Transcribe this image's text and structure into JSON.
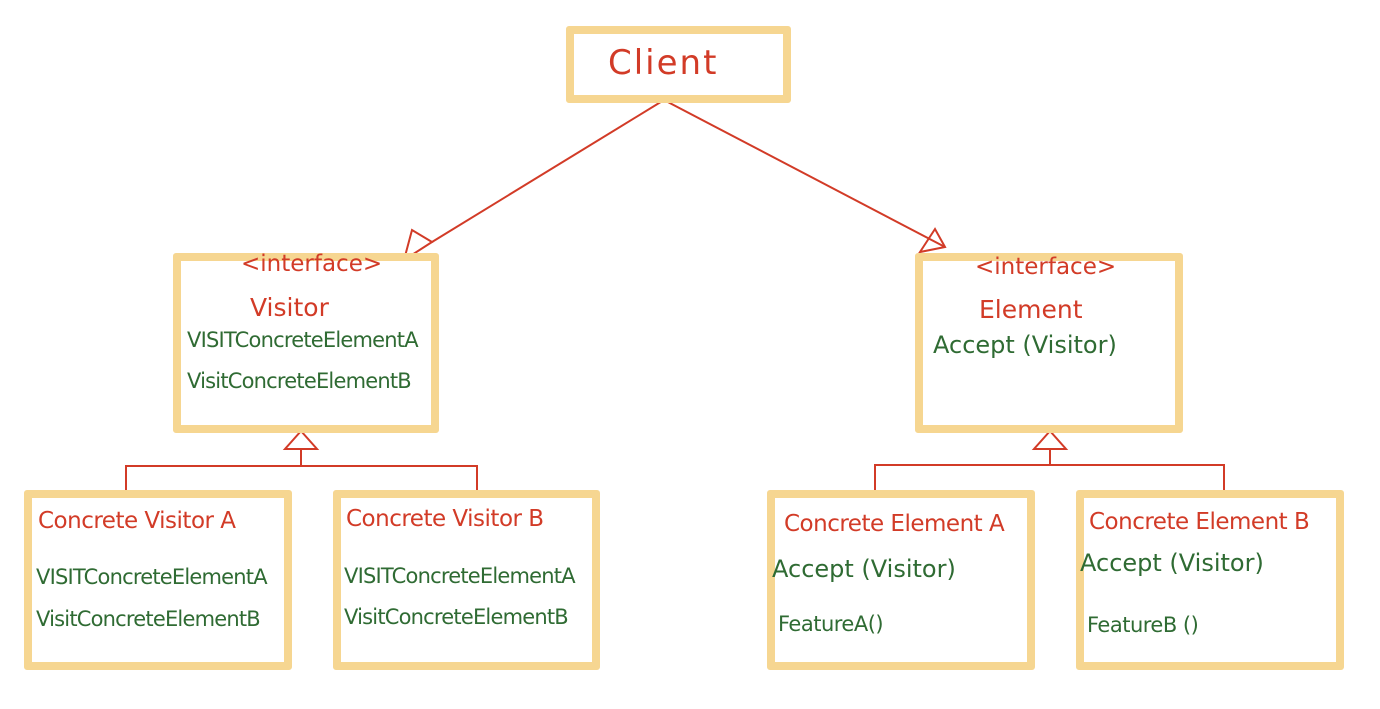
{
  "client": {
    "name": "Client"
  },
  "visitor_interface": {
    "stereotype": "<interface>",
    "name": "Visitor",
    "operations": [
      "VISITConcreteElementA",
      "VisitConcreteElementB"
    ]
  },
  "element_interface": {
    "stereotype": "<interface>",
    "name": "Element",
    "operations": [
      "Accept (Visitor)"
    ]
  },
  "concrete_visitor_a": {
    "name": "Concrete Visitor A",
    "operations": [
      "VISITConcreteElementA",
      "VisitConcreteElementB"
    ]
  },
  "concrete_visitor_b": {
    "name": "Concrete Visitor B",
    "operations": [
      "VISITConcreteElementA",
      "VisitConcreteElementB"
    ]
  },
  "concrete_element_a": {
    "name": "Concrete Element A",
    "operations": [
      "Accept (Visitor)",
      "FeatureA()"
    ]
  },
  "concrete_element_b": {
    "name": "Concrete Element B",
    "operations": [
      "Accept (Visitor)",
      "FeatureB ()"
    ]
  },
  "colors": {
    "box_border": "#f6d691",
    "class_name_text": "#d23b27",
    "operation_text": "#2f6b33",
    "connector": "#d23b27"
  }
}
